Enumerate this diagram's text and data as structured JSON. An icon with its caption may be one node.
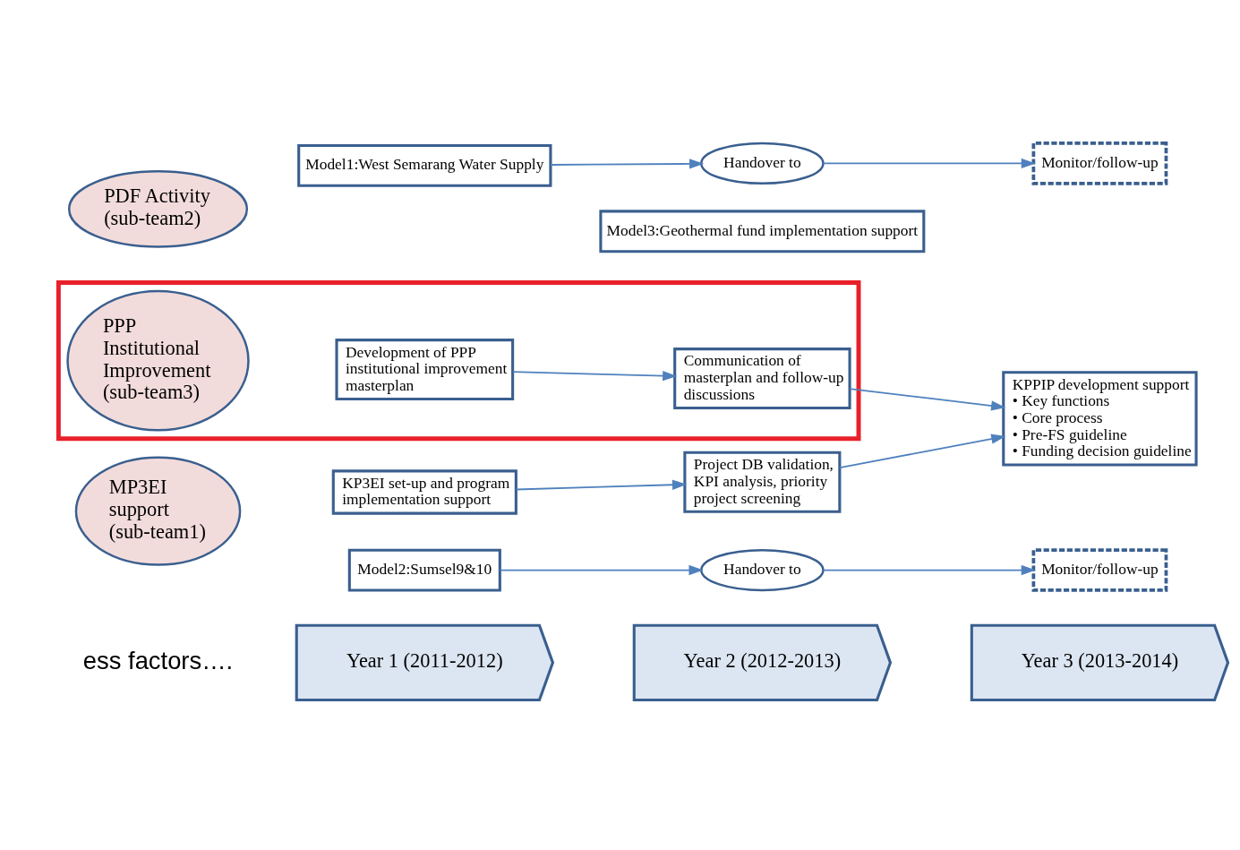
{
  "diagram": {
    "nodes": [
      {
        "text": [
          "Year 1 (2011-2012)"
        ]
      },
      {
        "text": [
          "Year 2 (2012-2013)"
        ]
      },
      {
        "text": [
          "Year 3 (2013-2014)"
        ]
      },
      {
        "text": [
          "PDF Activity (sub-team2)"
        ]
      },
      {
        "text": [
          "Model1:West Semarang Water Supply"
        ]
      },
      {
        "text": [
          "Handover to"
        ]
      },
      {
        "text": [
          "Monitor/follow-up"
        ]
      },
      {
        "text": [
          "Model2:Sumsel9&10"
        ]
      },
      {
        "text": [
          "Handover to"
        ]
      },
      {
        "text": [
          "Monitor/follow-up"
        ]
      },
      {
        "text": [
          "Model3:Geothermal fund implementation support"
        ]
      },
      {
        "text": [
          "MP3EI support (sub-team1)"
        ]
      },
      {
        "text": [
          "KP3EI set-up and program implementation support"
        ]
      },
      {
        "text": [
          "Project DB validation, KPI analysis, priority project screening"
        ]
      },
      {
        "text": [
          "KPPIP development support",
          "• Key functions",
          "• Core process",
          "• Pre-FS guideline",
          "• Funding decision guideline"
        ]
      },
      {
        "text": [],
        "shape": "box"
      },
      {
        "text": [
          "PPP Institutional Improvement (sub-team3)"
        ],
        "in": 15
      },
      {
        "text": [
          "Development of PPP institutional improvement masterplan"
        ],
        "in": 15
      },
      {
        "text": [
          "Communication of masterplan and follow-up discussions"
        ],
        "in": 15
      }
    ],
    "edges": [
      {
        "from": 4,
        "to": 5,
        "arrow": "to"
      },
      {
        "from": 5,
        "to": 6,
        "arrow": "to"
      },
      {
        "from": 7,
        "to": 8,
        "arrow": "to"
      },
      {
        "from": 8,
        "to": 9,
        "arrow": "to"
      },
      {
        "from": 12,
        "to": 13,
        "arrow": "to"
      },
      {
        "from": 13,
        "to": 14,
        "arrow": "to"
      },
      {
        "from": 17,
        "to": 18,
        "arrow": "to"
      },
      {
        "from": 18,
        "to": 14,
        "arrow": "to"
      }
    ],
    "labels": [
      "ess factors…."
    ]
  }
}
